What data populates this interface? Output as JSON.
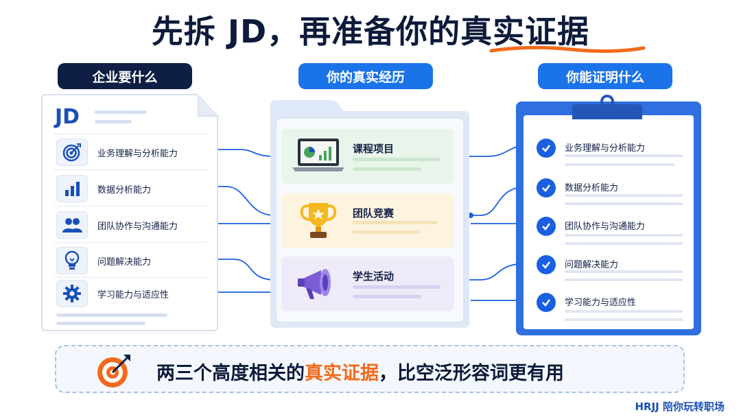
{
  "title": {
    "prefix": "先拆 JD，再准备你的",
    "highlight": "真实证据"
  },
  "columns": {
    "left_label": "企业要什么",
    "middle_label": "你的真实经历",
    "right_label": "你能证明什么"
  },
  "jd": {
    "heading": "JD",
    "requirements": [
      {
        "label": "业务理解与分析能力",
        "icon": "target-icon"
      },
      {
        "label": "数据分析能力",
        "icon": "bar-chart-icon"
      },
      {
        "label": "团队协作与沟通能力",
        "icon": "team-icon"
      },
      {
        "label": "问题解决能力",
        "icon": "lightbulb-icon"
      },
      {
        "label": "学习能力与适应性",
        "icon": "gear-icon"
      }
    ]
  },
  "experiences": [
    {
      "label": "课程项目",
      "icon": "laptop-chart-icon",
      "color": "#e9f5ea"
    },
    {
      "label": "团队竞赛",
      "icon": "trophy-icon",
      "color": "#fdf4e0"
    },
    {
      "label": "学生活动",
      "icon": "megaphone-icon",
      "color": "#eeeaf8"
    }
  ],
  "proofs": [
    {
      "label": "业务理解与分析能力"
    },
    {
      "label": "数据分析能力"
    },
    {
      "label": "团队协作与沟通能力"
    },
    {
      "label": "问题解决能力"
    },
    {
      "label": "学习能力与适应性"
    }
  ],
  "banner": {
    "before": "两三个高度相关的",
    "highlight": "真实证据",
    "after": "，比空泛形容词更有用",
    "icon": "target-arrow-icon"
  },
  "footer": "HRJJ 陪你玩转职场",
  "colors": {
    "navy": "#0e1e45",
    "blue": "#1a73e8",
    "orange": "#f26a1b"
  }
}
